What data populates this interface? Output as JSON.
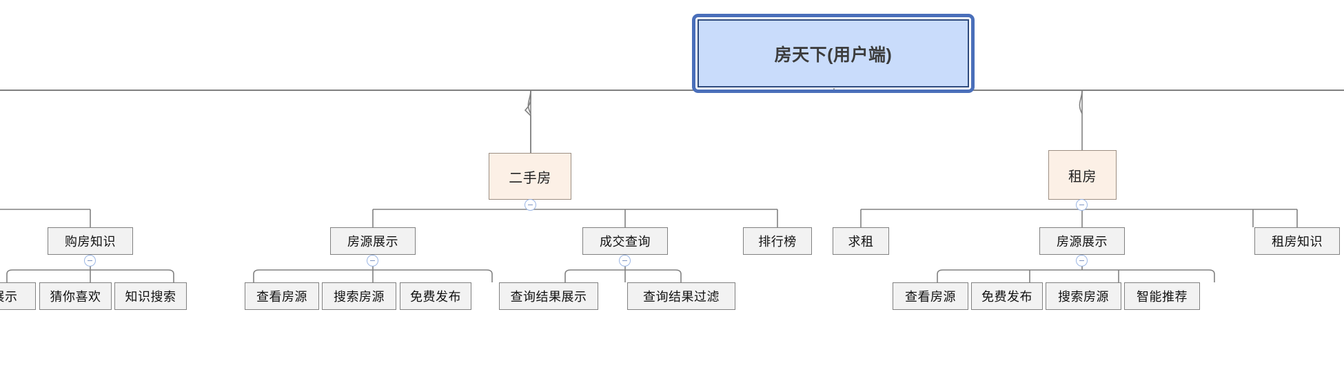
{
  "diagram": {
    "type": "mind-map",
    "title_node": "房天下(用户端)",
    "colors": {
      "root_fill": "#c9dcfb",
      "root_border": "#2e4a7d",
      "selection_ring": "#4a6fba",
      "category_fill": "#fcf0e6",
      "category_border": "#9c8e82",
      "box_fill": "#f2f2f2",
      "box_border": "#808080",
      "connector": "#808080",
      "toggle_border": "#9bb6e4"
    },
    "root": {
      "label": "房天下(用户端)",
      "selected": true
    },
    "categories": [
      {
        "id": "cat-ershoufang",
        "label": "二手房",
        "collapsible": true
      },
      {
        "id": "cat-zufang",
        "label": "租房",
        "collapsible": true
      }
    ],
    "level3": [
      {
        "id": "n-goufangzhishi",
        "label": "购房知识",
        "collapsible": true
      },
      {
        "id": "n-fangyuanzhanshi-1",
        "label": "房源展示",
        "collapsible": true
      },
      {
        "id": "n-chengjiaochaxun",
        "label": "成交查询",
        "collapsible": true
      },
      {
        "id": "n-paihangbang",
        "label": "排行榜",
        "collapsible": false
      },
      {
        "id": "n-qiuzu",
        "label": "求租",
        "collapsible": false
      },
      {
        "id": "n-fangyuanzhanshi-2",
        "label": "房源展示",
        "collapsible": true
      },
      {
        "id": "n-zufangzhishi",
        "label": "租房知识",
        "collapsible": false
      }
    ],
    "leaves": [
      {
        "id": "leaf-zhanshi",
        "label": "展示",
        "clipped": true
      },
      {
        "id": "leaf-cainixihuan",
        "label": "猜你喜欢"
      },
      {
        "id": "leaf-zhishisousuo",
        "label": "知识搜索"
      },
      {
        "id": "leaf-chakanfangyuan-1",
        "label": "查看房源"
      },
      {
        "id": "leaf-sousuofangyuan-1",
        "label": "搜索房源"
      },
      {
        "id": "leaf-mianfeifabu-1",
        "label": "免费发布"
      },
      {
        "id": "leaf-chaxunjieguozhanshi",
        "label": "查询结果展示"
      },
      {
        "id": "leaf-chaxunjieguoguolv",
        "label": "查询结果过滤"
      },
      {
        "id": "leaf-chakanfangyuan-2",
        "label": "查看房源"
      },
      {
        "id": "leaf-mianfeifabu-2",
        "label": "免费发布"
      },
      {
        "id": "leaf-sousuofangyuan-2",
        "label": "搜索房源"
      },
      {
        "id": "leaf-zhinengtuijian",
        "label": "智能推荐"
      }
    ]
  }
}
